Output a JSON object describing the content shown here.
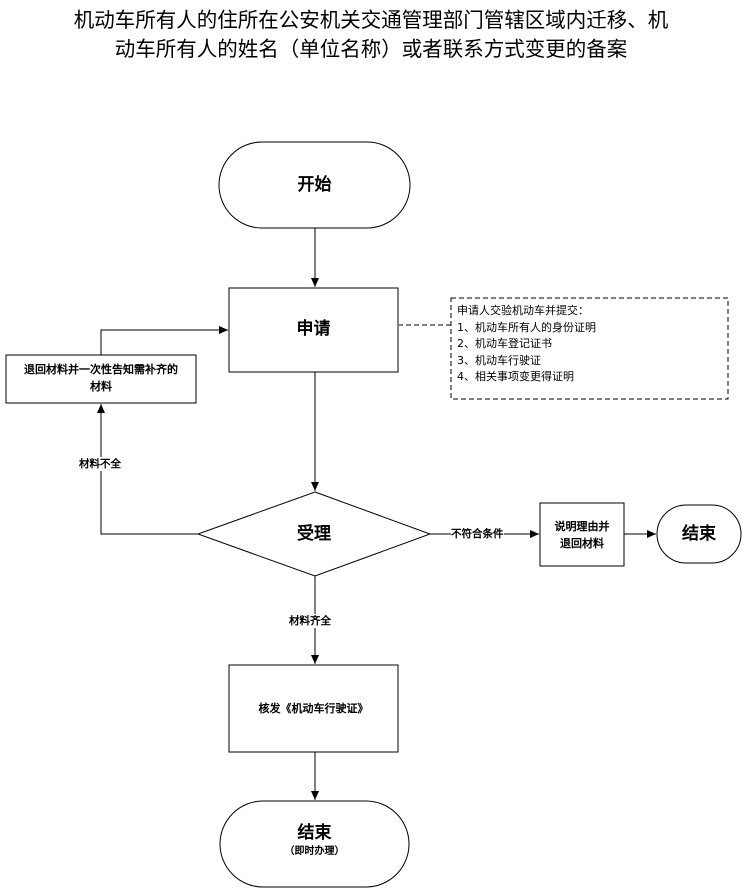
{
  "title": {
    "line1": "机动车所有人的住所在公安机关交通管理部门管辖区域内迁移、机",
    "line2": "动车所有人的姓名（单位名称）或者联系方式变更的备案"
  },
  "nodes": {
    "start": "开始",
    "apply": "申请",
    "accept": "受理",
    "return_materials": {
      "line1": "退回材料并一次性告知需补齐的",
      "line2": "材料"
    },
    "explain_return": {
      "line1": "说明理由并",
      "line2": "退回材料"
    },
    "end_right": "结束",
    "issue": "核发《机动车行驶证》",
    "end_bottom": {
      "line1": "结束",
      "line2": "（即时办理）"
    }
  },
  "note": {
    "heading": "申请人交验机动车并提交：",
    "items": [
      "1、机动车所有人的身份证明",
      "2、机动车登记证书",
      "3、机动车行驶证",
      "4、相关事项变更得证明"
    ]
  },
  "edge_labels": {
    "incomplete": "材料不全",
    "not_qualified": "不符合条件",
    "complete": "材料齐全"
  }
}
